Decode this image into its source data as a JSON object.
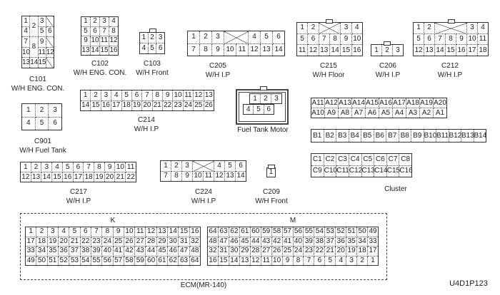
{
  "connectors": {
    "c101": {
      "id": "C101",
      "desc": "W/H ENG. CON.",
      "rows": [
        [
          "1",
          "2",
          "3",
          ""
        ],
        [
          "4",
          "^",
          "5",
          "6"
        ],
        [
          "7",
          "8",
          "9",
          ""
        ],
        [
          "10",
          "^",
          "11",
          "12"
        ],
        [
          "13",
          "14",
          "15",
          ""
        ]
      ]
    },
    "c102": {
      "id": "C102",
      "desc": "W/H ENG. CON.",
      "rows": [
        [
          "1",
          "2",
          "3",
          "4"
        ],
        [
          "5",
          "6",
          "7",
          "8"
        ],
        [
          "9",
          "10",
          "11",
          "12"
        ],
        [
          "13",
          "14",
          "15",
          "16"
        ]
      ]
    },
    "c103": {
      "id": "C103",
      "desc": "W/H Front",
      "rows": [
        [
          "1",
          "2",
          "3"
        ],
        [
          "4",
          "5",
          "6"
        ]
      ]
    },
    "c205": {
      "id": "C205",
      "desc": "W/H I.P",
      "rows": [
        [
          "1",
          "2",
          "3",
          null,
          null,
          "4",
          "5",
          "6"
        ],
        [
          "7",
          "8",
          "9",
          "10",
          "11",
          "12",
          "13",
          "14"
        ]
      ]
    },
    "c215": {
      "id": "C215",
      "desc": "W/H Floor",
      "rows": [
        [
          "1",
          "2",
          null,
          null,
          "3",
          "4"
        ],
        [
          "5",
          "6",
          "7",
          "8",
          "9",
          "10"
        ],
        [
          "11",
          "12",
          "13",
          "14",
          "15",
          "16"
        ]
      ]
    },
    "c206": {
      "id": "C206",
      "desc": "W/H I.P",
      "rows": [
        [
          "1",
          "2",
          "3"
        ]
      ]
    },
    "c212": {
      "id": "C212",
      "desc": "W/H I.P",
      "rows": [
        [
          "1",
          "2",
          null,
          null,
          null,
          "3",
          "4"
        ],
        [
          "5",
          "6",
          "7",
          "8",
          "9",
          "10",
          "11"
        ],
        [
          "12",
          "13",
          "14",
          "15",
          "16",
          "17",
          "18"
        ]
      ]
    },
    "c214": {
      "id": "C214",
      "desc": "W/H I.P",
      "rows": [
        [
          "1",
          "2",
          "3",
          "4",
          "5",
          "6",
          "7",
          "8",
          "9",
          "10",
          "11",
          "12",
          "13"
        ],
        [
          "14",
          "15",
          "16",
          "17",
          "18",
          "19",
          "20",
          "21",
          "22",
          "23",
          "24",
          "25",
          "26"
        ]
      ]
    },
    "c901": {
      "id": "C901",
      "desc": "W/H Fuel Tank",
      "rows": [
        [
          "1",
          "2",
          "3"
        ],
        [
          "4",
          "5",
          "6"
        ]
      ]
    },
    "c217": {
      "id": "C217",
      "desc": "W/H I.P",
      "rows": [
        [
          "1",
          "2",
          "3",
          "4",
          "5",
          "6",
          "7",
          "8",
          "9",
          "10",
          "11"
        ],
        [
          "12",
          "13",
          "14",
          "15",
          "16",
          "17",
          "18",
          "19",
          "20",
          "21",
          "22"
        ]
      ]
    },
    "c224": {
      "id": "C224",
      "desc": "W/H I.P",
      "rows": [
        [
          "1",
          "2",
          "3",
          null,
          null,
          "4",
          "5",
          "6"
        ],
        [
          "7",
          "8",
          "9",
          "10",
          "11",
          "12",
          "13",
          "14"
        ]
      ]
    },
    "c209": {
      "id": "C209",
      "desc": "W/H Front",
      "rows": [
        [
          "1"
        ]
      ]
    },
    "ftm_top": {
      "rows": [
        [
          "1",
          "2",
          "3"
        ]
      ]
    },
    "ftm_bot": {
      "rows": [
        [
          "4",
          "5",
          "6"
        ]
      ]
    },
    "cla": {
      "rows": [
        [
          "A11",
          "A12",
          "A13",
          "A14",
          "A15",
          "A16",
          "A17",
          "A18",
          "A19",
          "A20"
        ],
        [
          "A10",
          "A9",
          "A8",
          "A7",
          "A6",
          "A5",
          "A4",
          "A3",
          "A2",
          "A1"
        ]
      ]
    },
    "clb": {
      "rows": [
        [
          "B1",
          "B2",
          "B3",
          "B4",
          "B5",
          "B6",
          "B7",
          "B8",
          "B9",
          "B10",
          "B11",
          "B12",
          "B13",
          "B14"
        ]
      ]
    },
    "clc": {
      "rows": [
        [
          "C1",
          "C2",
          "C3",
          "C4",
          "C5",
          "C6",
          "C7",
          "C8"
        ],
        [
          "C9",
          "C10",
          "C11",
          "C12",
          "C13",
          "C14",
          "C15",
          "C16"
        ]
      ]
    },
    "ecmk": {
      "rows": [
        [
          "1",
          "2",
          "3",
          "4",
          "5",
          "6",
          "7",
          "8",
          "9",
          "10",
          "11",
          "12",
          "13",
          "14",
          "15",
          "16"
        ],
        [
          "17",
          "18",
          "19",
          "20",
          "21",
          "22",
          "23",
          "24",
          "25",
          "26",
          "27",
          "28",
          "29",
          "30",
          "31",
          "32"
        ],
        [
          "33",
          "34",
          "35",
          "36",
          "37",
          "38",
          "39",
          "40",
          "41",
          "42",
          "43",
          "44",
          "45",
          "46",
          "47",
          "48"
        ],
        [
          "49",
          "50",
          "51",
          "52",
          "53",
          "54",
          "55",
          "56",
          "57",
          "58",
          "59",
          "60",
          "61",
          "62",
          "63",
          "64"
        ]
      ]
    },
    "ecmm": {
      "rows": [
        [
          "64",
          "63",
          "62",
          "61",
          "60",
          "59",
          "58",
          "57",
          "56",
          "55",
          "54",
          "53",
          "52",
          "51",
          "50",
          "49"
        ],
        [
          "48",
          "47",
          "46",
          "45",
          "44",
          "43",
          "42",
          "41",
          "40",
          "39",
          "38",
          "37",
          "36",
          "35",
          "34",
          "33"
        ],
        [
          "32",
          "31",
          "30",
          "29",
          "28",
          "27",
          "26",
          "25",
          "24",
          "23",
          "22",
          "21",
          "20",
          "19",
          "18",
          "17"
        ],
        [
          "16",
          "15",
          "14",
          "13",
          "12",
          "11",
          "10",
          "9",
          "8",
          "7",
          "6",
          "5",
          "4",
          "3",
          "2",
          "1"
        ]
      ]
    }
  },
  "labels": {
    "fuel_tank_motor": "Fuel Tank Motor",
    "cluster": "Cluster",
    "ecm_k": "K",
    "ecm_m": "M",
    "ecm": "ECM(MR-140)",
    "figure_code": "U4D1P123"
  }
}
